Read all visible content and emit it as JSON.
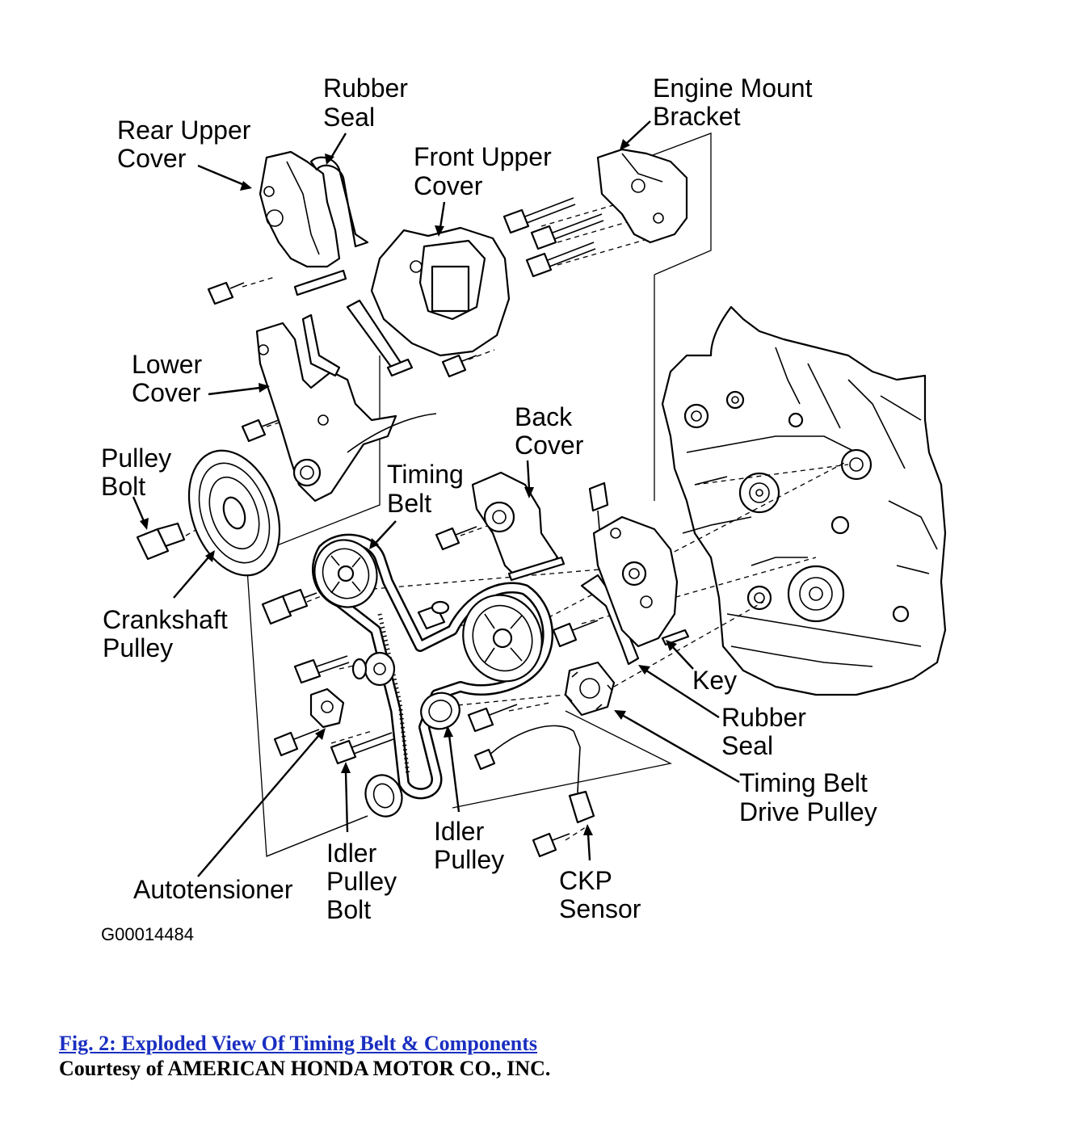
{
  "diagram_code": "G00014484",
  "labels": {
    "rubber_seal_top": [
      "Rubber",
      "Seal"
    ],
    "engine_mount_bracket": [
      "Engine Mount",
      "Bracket"
    ],
    "rear_upper_cover": [
      "Rear Upper",
      "Cover"
    ],
    "front_upper_cover": [
      "Front Upper",
      "Cover"
    ],
    "lower_cover": [
      "Lower",
      "Cover"
    ],
    "back_cover": [
      "Back",
      "Cover"
    ],
    "pulley_bolt": [
      "Pulley",
      "Bolt"
    ],
    "timing_belt": [
      "Timing",
      "Belt"
    ],
    "crankshaft_pulley": [
      "Crankshaft",
      "Pulley"
    ],
    "key": [
      "Key"
    ],
    "rubber_seal_lower": [
      "Rubber",
      "Seal"
    ],
    "timing_belt_drive_pulley": [
      "Timing Belt",
      "Drive Pulley"
    ],
    "idler_pulley": [
      "Idler",
      "Pulley"
    ],
    "idler_pulley_bolt": [
      "Idler",
      "Pulley",
      "Bolt"
    ],
    "autotensioner": [
      "Autotensioner"
    ],
    "ckp_sensor": [
      "CKP",
      "Sensor"
    ]
  },
  "caption": {
    "title": "Fig. 2: Exploded View Of Timing Belt & Components",
    "courtesy": "Courtesy of AMERICAN HONDA MOTOR CO., INC."
  }
}
